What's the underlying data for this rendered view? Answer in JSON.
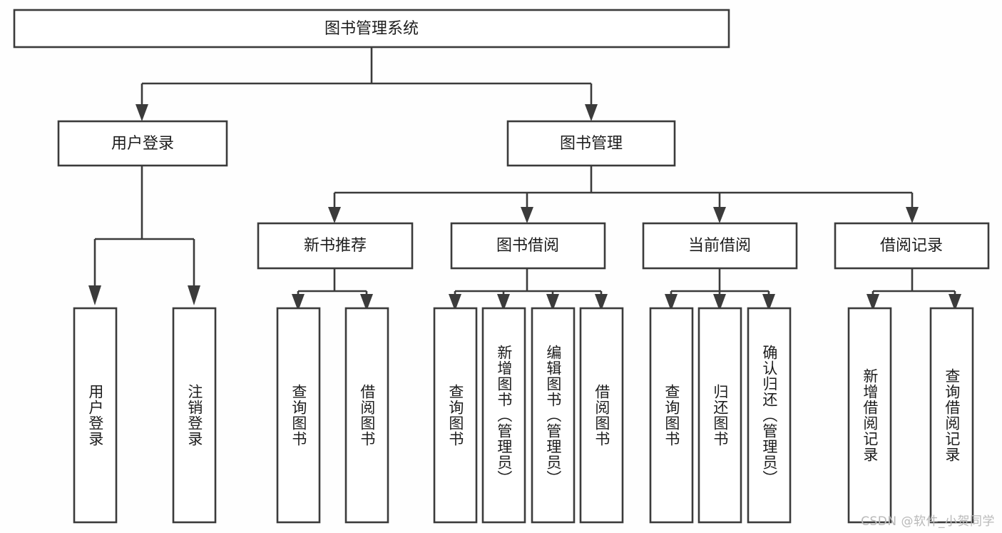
{
  "diagram": {
    "type": "tree",
    "title": "图书管理系统",
    "orientation": "top-down",
    "colors": {
      "background": "#fefefe",
      "box_fill": "#ffffff",
      "line": "#3b3b3b",
      "text": "#1d1d1d",
      "watermark": "#b9b9b9"
    },
    "root": {
      "label": "图书管理系统"
    },
    "level1": [
      {
        "label": "用户登录"
      },
      {
        "label": "图书管理"
      }
    ],
    "level2": [
      {
        "label": "新书推荐"
      },
      {
        "label": "图书借阅"
      },
      {
        "label": "当前借阅"
      },
      {
        "label": "借阅记录"
      }
    ],
    "leaves": {
      "user_login": [
        {
          "label": "用户登录"
        },
        {
          "label": "注销登录"
        }
      ],
      "new_book": [
        {
          "label": "查询图书"
        },
        {
          "label": "借阅图书"
        }
      ],
      "borrow_book": [
        {
          "label": "查询图书"
        },
        {
          "label": "新增图书（管理员）"
        },
        {
          "label": "编辑图书（管理员）"
        },
        {
          "label": "借阅图书"
        }
      ],
      "current_borrow": [
        {
          "label": "查询图书"
        },
        {
          "label": "归还图书"
        },
        {
          "label": "确认归还（管理员）"
        }
      ],
      "borrow_record": [
        {
          "label": "新增借阅记录"
        },
        {
          "label": "查询借阅记录"
        }
      ]
    }
  },
  "watermark": {
    "text": "CSDN @软件_小贺同学"
  }
}
